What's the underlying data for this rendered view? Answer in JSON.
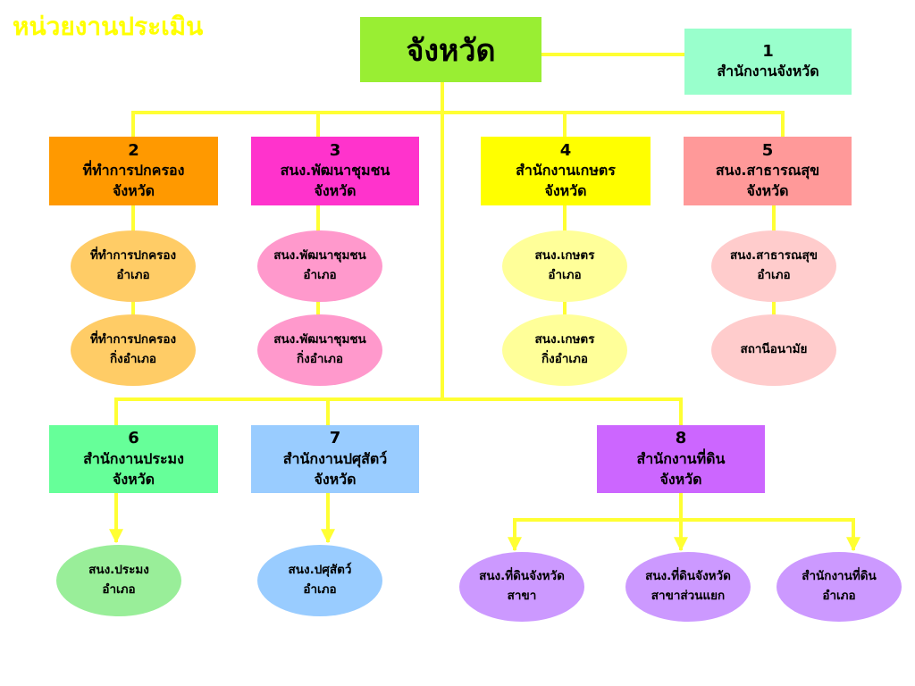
{
  "title": "หน่วยงานประเมิน",
  "colors": {
    "connector": "#ffff33",
    "title": "#ffff00",
    "province": "#99ee33",
    "office1": "#99ffcc",
    "unit2_box": "#ff9900",
    "unit2_oval": "#ffcc66",
    "unit3_box": "#ff33cc",
    "unit3_oval": "#ff99cc",
    "unit4_box": "#ffff00",
    "unit4_oval": "#ffff99",
    "unit5_box": "#ff9999",
    "unit5_oval": "#ffcccc",
    "unit6_box": "#66ff99",
    "unit6_oval": "#99ee99",
    "unit7_box": "#99ccff",
    "unit7_oval": "#99ccff",
    "unit8_box": "#cc66ff",
    "unit8_oval": "#cc99ff"
  },
  "province": {
    "label": "จังหวัด"
  },
  "units": [
    {
      "id": "u1",
      "number": "1",
      "line1": "สำนักงานจังหวัด",
      "line2": ""
    },
    {
      "id": "u2",
      "number": "2",
      "line1": "ที่ทำการปกครอง",
      "line2": "จังหวัด",
      "children": [
        {
          "line1": "ที่ทำการปกครอง",
          "line2": "อำเภอ"
        },
        {
          "line1": "ที่ทำการปกครอง",
          "line2": "กิ่งอำเภอ"
        }
      ]
    },
    {
      "id": "u3",
      "number": "3",
      "line1": "สนง.พัฒนาชุมชน",
      "line2": "จังหวัด",
      "children": [
        {
          "line1": "สนง.พัฒนาชุมชน",
          "line2": "อำเภอ"
        },
        {
          "line1": "สนง.พัฒนาชุมชน",
          "line2": "กิ่งอำเภอ"
        }
      ]
    },
    {
      "id": "u4",
      "number": "4",
      "line1": "สำนักงานเกษตร",
      "line2": "จังหวัด",
      "children": [
        {
          "line1": "สนง.เกษตร",
          "line2": "อำเภอ"
        },
        {
          "line1": "สนง.เกษตร",
          "line2": "กิ่งอำเภอ"
        }
      ]
    },
    {
      "id": "u5",
      "number": "5",
      "line1": "สนง.สาธารณสุข",
      "line2": "จังหวัด",
      "children": [
        {
          "line1": "สนง.สาธารณสุข",
          "line2": "อำเภอ"
        },
        {
          "line1": "สถานีอนามัย",
          "line2": ""
        }
      ]
    },
    {
      "id": "u6",
      "number": "6",
      "line1": "สำนักงานประมง",
      "line2": "จังหวัด",
      "children": [
        {
          "line1": "สนง.ประมง",
          "line2": "อำเภอ"
        }
      ]
    },
    {
      "id": "u7",
      "number": "7",
      "line1": "สำนักงานปศุสัตว์",
      "line2": "จังหวัด",
      "children": [
        {
          "line1": "สนง.ปศุสัตว์",
          "line2": "อำเภอ"
        }
      ]
    },
    {
      "id": "u8",
      "number": "8",
      "line1": "สำนักงานที่ดิน",
      "line2": "จังหวัด",
      "children": [
        {
          "line1": "สนง.ที่ดินจังหวัด",
          "line2": "สาขา"
        },
        {
          "line1": "สนง.ที่ดินจังหวัด",
          "line2": "สาขาส่วนแยก"
        },
        {
          "line1": "สำนักงานที่ดิน",
          "line2": "อำเภอ"
        }
      ]
    }
  ]
}
